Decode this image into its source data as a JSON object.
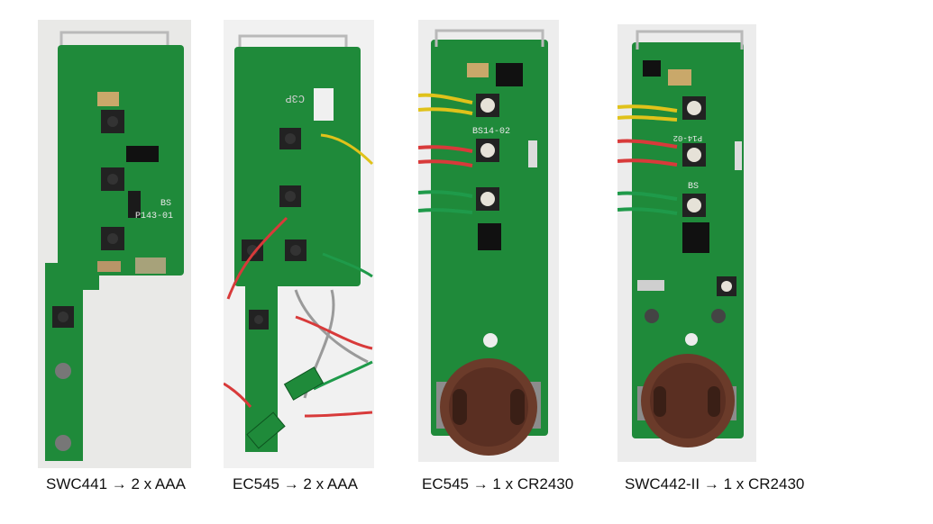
{
  "panels": [
    {
      "caption": "SWC441 → 2 x AAA",
      "board_text": [
        "BS",
        "P143-01"
      ]
    },
    {
      "caption": "EC545 → 2 x AAA",
      "board_text": [
        "C3P"
      ]
    },
    {
      "caption": "EC545 → 1 x CR2430",
      "board_text": [
        "BS14-02"
      ]
    },
    {
      "caption": "SWC442-II → 1 x CR2430",
      "board_text": [
        "P14-02",
        "BS"
      ]
    }
  ],
  "colors": {
    "pcb": "#1f8a3a",
    "pcb_dark": "#146b2a",
    "wire_yellow": "#e0c21a",
    "wire_red": "#d83a3a",
    "wire_green": "#1f9a4a",
    "wire_gray": "#9a9a9a",
    "battery_holder": "#6b3b2a"
  }
}
